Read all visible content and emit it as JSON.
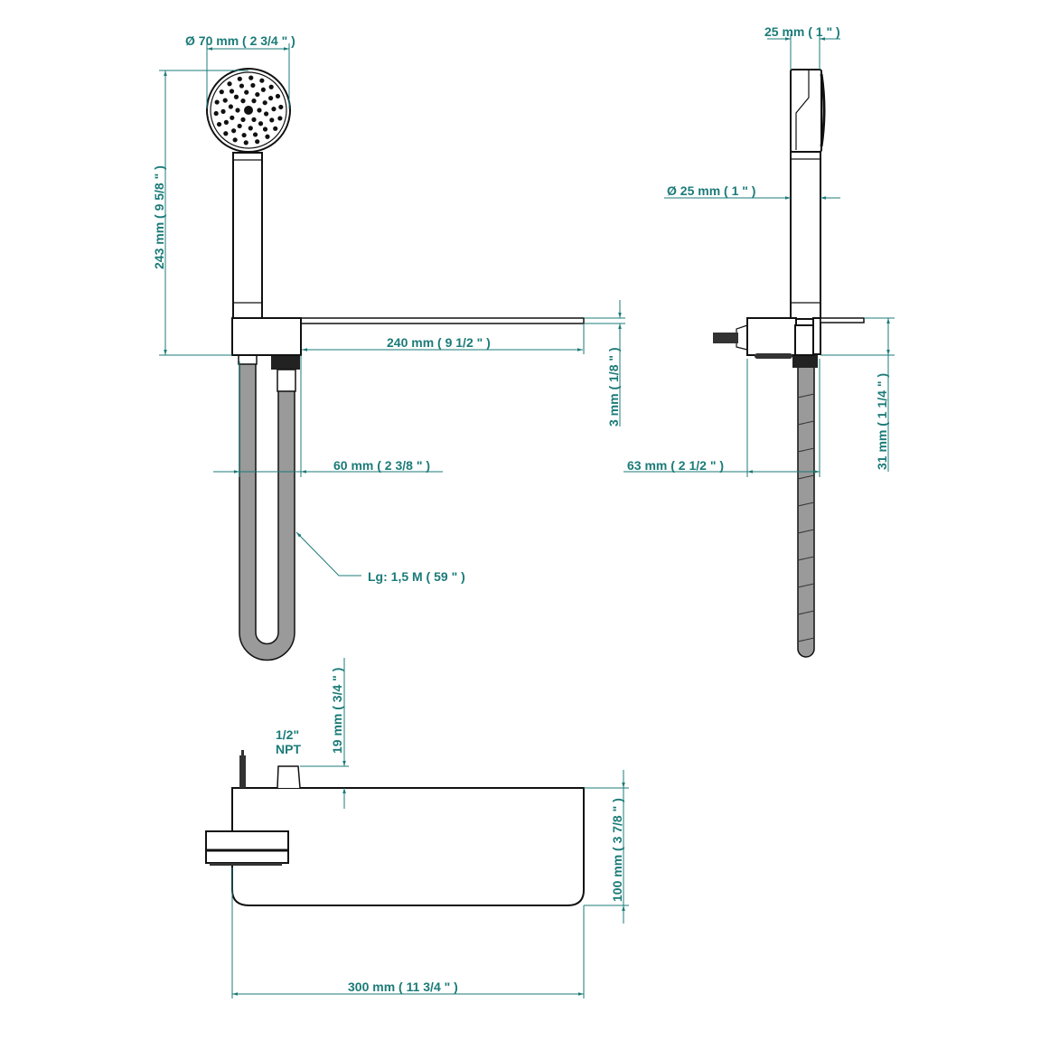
{
  "colors": {
    "dimension": "#1b7b78",
    "outline": "#111111",
    "hose": "#9a9a9a"
  },
  "front_view": {
    "head_diameter": "Ø 70 mm ( 2 3/4 \" )",
    "height": "243 mm ( 9 5/8 \" )",
    "shelf_length": "240 mm ( 9 1/2 \" )",
    "shelf_thickness": "3 mm ( 1/8 \" )",
    "hose_spacing": "60 mm ( 2 3/8 \" )",
    "hose_length": "Lg: 1,5 M ( 59 \" )"
  },
  "side_view": {
    "head_width": "25 mm ( 1 \" )",
    "handle_diameter": "Ø 25 mm ( 1 \" )",
    "projection": "63 mm ( 2 1/2 \" )",
    "bracket_height": "31 mm ( 1 1/4 \" )"
  },
  "top_view": {
    "connection_line1": "1/2\"",
    "connection_line2": "NPT",
    "connection_height": "19 mm ( 3/4 \" )",
    "depth": "100 mm ( 3 7/8 \" )",
    "width": "300 mm ( 11 3/4 \" )"
  }
}
